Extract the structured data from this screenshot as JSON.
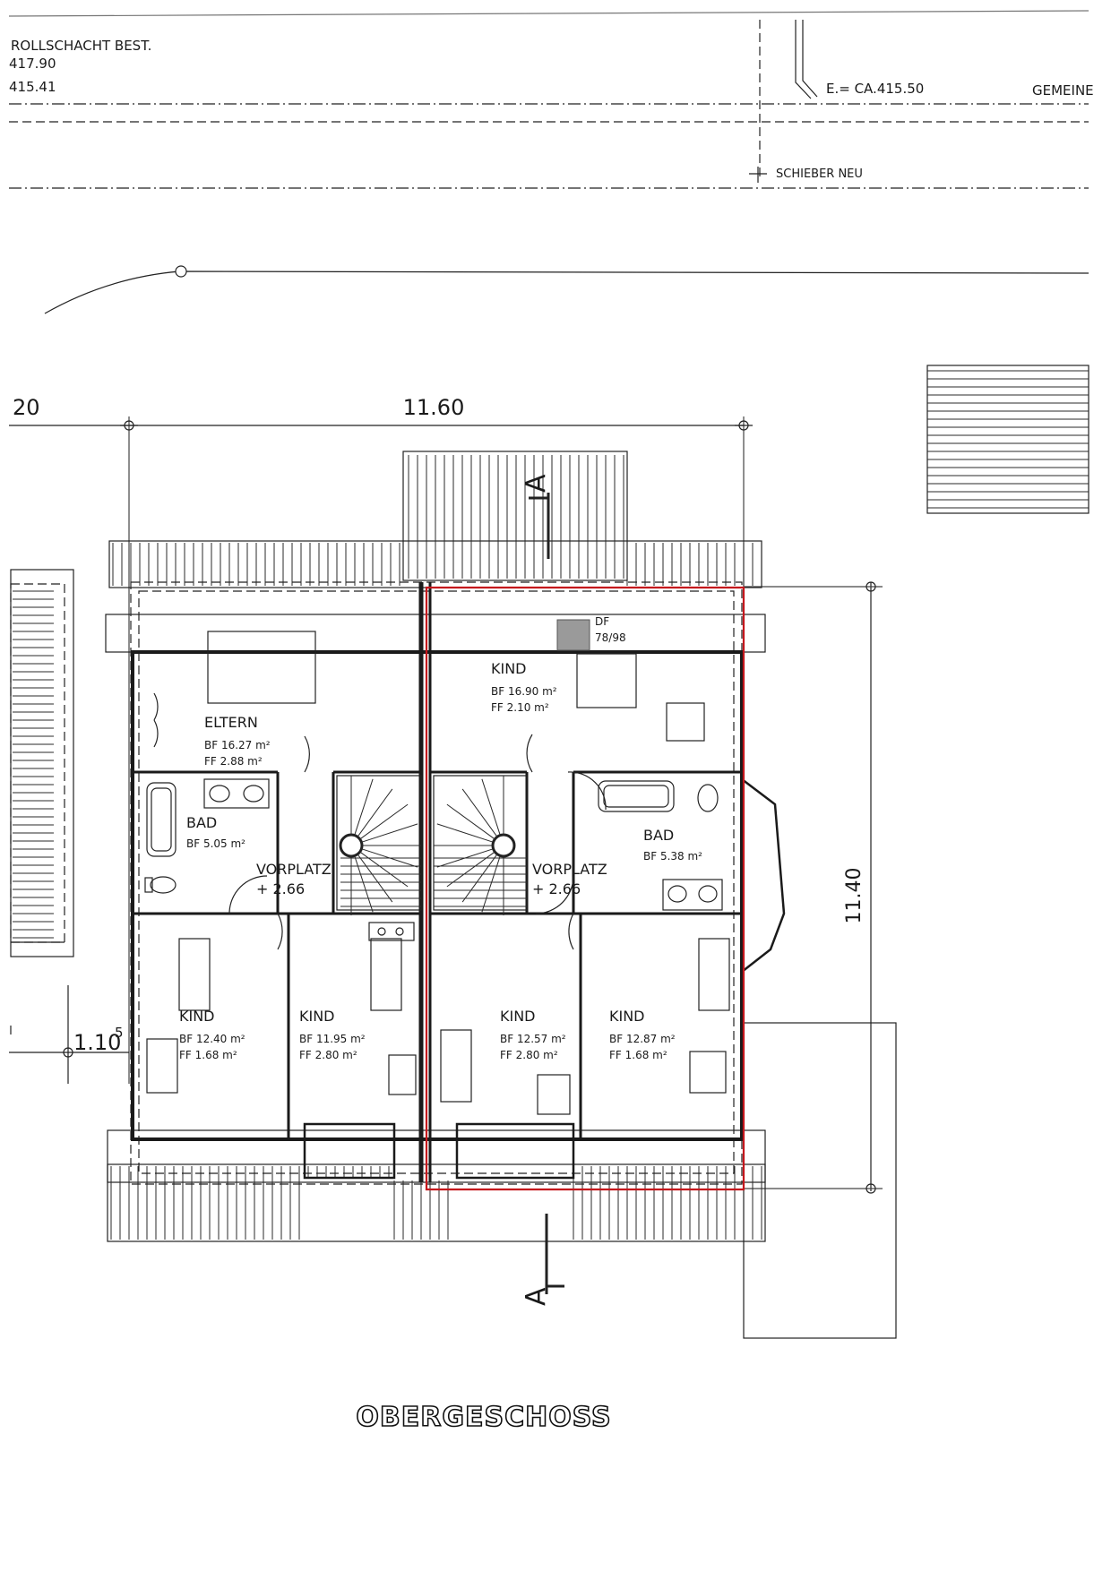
{
  "header": {
    "rollschacht": "ROLLSCHACHT BEST.",
    "level_1": "417.90",
    "level_2": "415.41",
    "e_level": "E.= CA.415.50",
    "gemeinde": "GEMEINE",
    "schieber": "SCHIEBER NEU"
  },
  "dimensions": {
    "left_partial": "20",
    "width_total": "11.60",
    "depth_total": "11.40",
    "offset_left": "1.10",
    "offset_left_sup": "5"
  },
  "section_marker": "A",
  "skylight": {
    "line1": "DF",
    "line2": "78/98"
  },
  "rooms": [
    {
      "name": "ELTERN",
      "bf": "BF 16.27 m²",
      "ff": "FF  2.88 m²"
    },
    {
      "name": "BAD",
      "bf": "BF 5.05 m²",
      "ff": ""
    },
    {
      "name": "VORPLATZ",
      "bf": "+ 2.66",
      "ff": ""
    },
    {
      "name": "KIND",
      "bf": "BF 12.40 m²",
      "ff": "FF  1.68 m²"
    },
    {
      "name": "KIND",
      "bf": "BF 11.95 m²",
      "ff": "FF  2.80 m²"
    },
    {
      "name": "KIND",
      "bf": "BF 16.90 m²",
      "ff": "FF  2.10 m²"
    },
    {
      "name": "BAD",
      "bf": "BF 5.38 m²",
      "ff": ""
    },
    {
      "name": "VORPLATZ",
      "bf": "+ 2.66",
      "ff": ""
    },
    {
      "name": "KIND",
      "bf": "BF 12.57 m²",
      "ff": "FF  2.80 m²"
    },
    {
      "name": "KIND",
      "bf": "BF 12.87 m²",
      "ff": "FF  1.68 m²"
    }
  ],
  "title": "OBERGESCHOSS",
  "colors": {
    "line": "#1a1a1a",
    "highlight": "#c4161c"
  }
}
